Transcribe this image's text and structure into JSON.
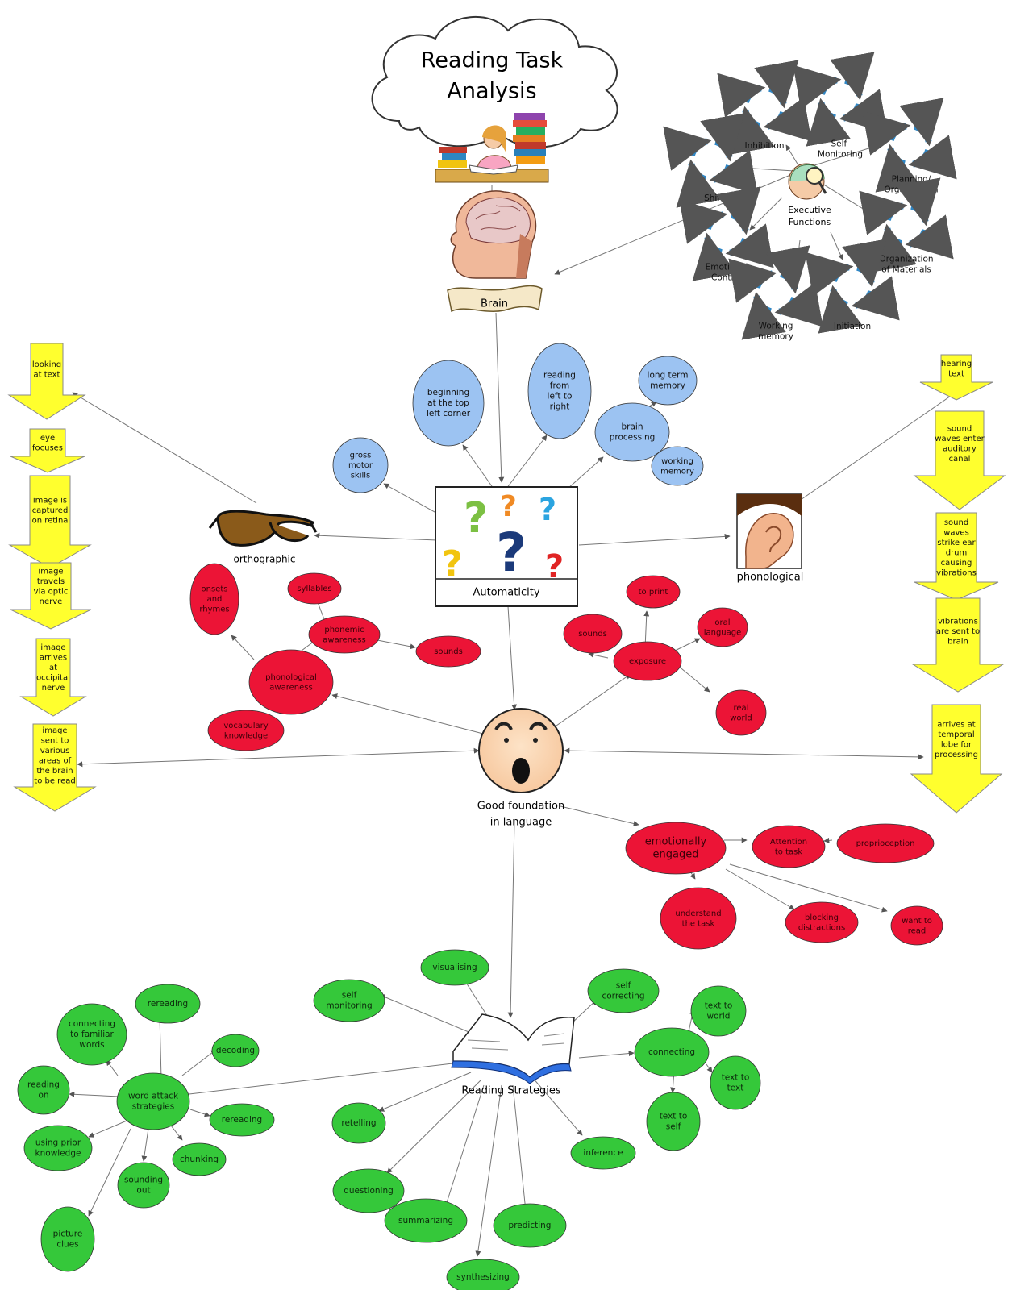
{
  "title": [
    "Reading Task",
    "Analysis"
  ],
  "hubs": {
    "brain": "Brain",
    "automaticity": "Automaticity",
    "foundation": [
      "Good foundation",
      "in language"
    ],
    "strategies": "Reading Strategies",
    "orthographic": "orthographic",
    "phonological": "phonological",
    "executive": [
      "Executive",
      "Functions"
    ]
  },
  "executive_items": [
    [
      "Inhibition"
    ],
    [
      "Self-",
      "Monitoring"
    ],
    [
      "Planning/",
      "Organization"
    ],
    [
      "Shift"
    ],
    [
      "Organization",
      "of Materials"
    ],
    [
      "Emotional",
      "Control"
    ],
    [
      "Working",
      "memory"
    ],
    [
      "Initiation"
    ]
  ],
  "blue_nodes": [
    [
      "gross",
      "motor",
      "skills"
    ],
    [
      "beginning",
      "at the top",
      "left corner"
    ],
    [
      "reading",
      "from",
      "left to",
      "right"
    ],
    [
      "long term",
      "memory"
    ],
    [
      "brain",
      "processing"
    ],
    [
      "working",
      "memory"
    ]
  ],
  "visual_steps": [
    [
      "looking",
      "at text"
    ],
    [
      "eye",
      "focuses"
    ],
    [
      "image is",
      "captured",
      "on retina"
    ],
    [
      "image",
      "travels",
      "via optic",
      "nerve"
    ],
    [
      "image",
      "arrives",
      "at",
      "occipital",
      "nerve"
    ],
    [
      "image",
      "sent to",
      "various",
      "areas of",
      "the brain",
      "to be read"
    ]
  ],
  "auditory_steps": [
    [
      "hearing",
      "text"
    ],
    [
      "sound",
      "waves enter",
      "auditory",
      "canal"
    ],
    [
      "sound",
      "waves",
      "strike ear",
      "drum",
      "causing",
      "vibrations"
    ],
    [
      "vibrations",
      "are sent to",
      "brain"
    ],
    [
      "arrives at",
      "temporal",
      "lobe for",
      "processing"
    ]
  ],
  "red_nodes": [
    [
      "onsets",
      "and",
      "rhymes"
    ],
    [
      "syllables"
    ],
    [
      "phonemic",
      "awareness"
    ],
    [
      "sounds"
    ],
    [
      "phonological",
      "awareness"
    ],
    [
      "vocabulary",
      "knowledge"
    ],
    [
      "to print"
    ],
    [
      "oral",
      "language"
    ],
    [
      "sounds"
    ],
    [
      "exposure"
    ],
    [
      "real",
      "world"
    ],
    [
      "emotionally",
      "engaged"
    ],
    [
      "Attention",
      "to task"
    ],
    [
      "proprioception"
    ],
    [
      "understand",
      "the task"
    ],
    [
      "blocking",
      "distractions"
    ],
    [
      "want to",
      "read"
    ]
  ],
  "green_nodes": [
    [
      "visualising"
    ],
    [
      "self",
      "monitoring"
    ],
    [
      "self",
      "correcting"
    ],
    [
      "text to",
      "world"
    ],
    [
      "connecting"
    ],
    [
      "text to",
      "text"
    ],
    [
      "text to",
      "self"
    ],
    [
      "retelling"
    ],
    [
      "inference"
    ],
    [
      "questioning"
    ],
    [
      "summarizing"
    ],
    [
      "predicting"
    ],
    [
      "synthesizing"
    ],
    [
      "rereading"
    ],
    [
      "connecting",
      "to familiar",
      "words"
    ],
    [
      "decoding"
    ],
    [
      "reading",
      "on"
    ],
    [
      "word attack",
      "strategies"
    ],
    [
      "rereading"
    ],
    [
      "using prior",
      "knowledge"
    ],
    [
      "chunking"
    ],
    [
      "sounding",
      "out"
    ],
    [
      "picture",
      "clues"
    ]
  ],
  "colors": {
    "blue": "#9cc3f2",
    "red": "#ec1436",
    "green": "#35c83a",
    "yellow": "#ffff2e",
    "line": "#777777",
    "cycle": "#2f86c4"
  }
}
